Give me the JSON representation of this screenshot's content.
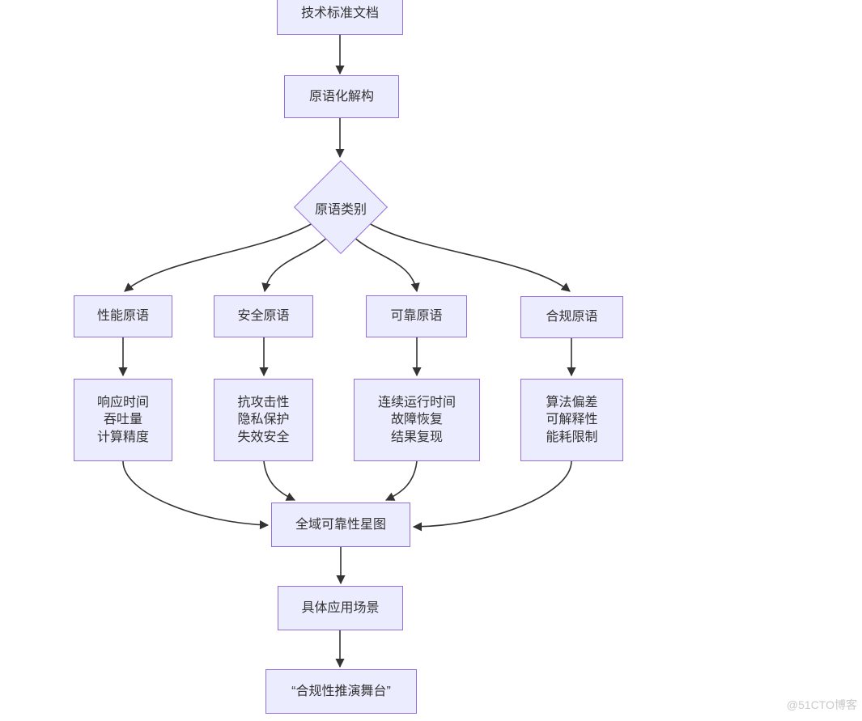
{
  "diagram": {
    "type": "flowchart",
    "direction": "top-down",
    "palette": {
      "node_fill": "#ECECFF",
      "node_border": "#9370DB",
      "edge_color": "#333333",
      "text_color": "#333333",
      "watermark_color": "#c9c9c9"
    },
    "nodes": {
      "doc": {
        "shape": "rect",
        "label": "技术标准文档"
      },
      "deconstruct": {
        "shape": "rect",
        "label": "原语化解构"
      },
      "category": {
        "shape": "diamond",
        "label": "原语类别"
      },
      "perf": {
        "shape": "rect",
        "label": "性能原语"
      },
      "sec": {
        "shape": "rect",
        "label": "安全原语"
      },
      "rel": {
        "shape": "rect",
        "label": "可靠原语"
      },
      "comp": {
        "shape": "rect",
        "label": "合规原语"
      },
      "perf_detail": {
        "shape": "rect",
        "lines": [
          "响应时间",
          "吞吐量",
          "计算精度"
        ]
      },
      "sec_detail": {
        "shape": "rect",
        "lines": [
          "抗攻击性",
          "隐私保护",
          "失效安全"
        ]
      },
      "rel_detail": {
        "shape": "rect",
        "lines": [
          "连续运行时间",
          "故障恢复",
          "结果复现"
        ]
      },
      "comp_detail": {
        "shape": "rect",
        "lines": [
          "算法偏差",
          "可解释性",
          "能耗限制"
        ]
      },
      "starmap": {
        "shape": "rect",
        "label": "全域可靠性星图"
      },
      "scenario": {
        "shape": "rect",
        "label": "具体应用场景"
      },
      "stage": {
        "shape": "rect",
        "label": "“合规性推演舞台”"
      }
    },
    "edges": [
      {
        "from": "doc",
        "to": "deconstruct"
      },
      {
        "from": "deconstruct",
        "to": "category"
      },
      {
        "from": "category",
        "to": "perf"
      },
      {
        "from": "category",
        "to": "sec"
      },
      {
        "from": "category",
        "to": "rel"
      },
      {
        "from": "category",
        "to": "comp"
      },
      {
        "from": "perf",
        "to": "perf_detail"
      },
      {
        "from": "sec",
        "to": "sec_detail"
      },
      {
        "from": "rel",
        "to": "rel_detail"
      },
      {
        "from": "comp",
        "to": "comp_detail"
      },
      {
        "from": "perf_detail",
        "to": "starmap"
      },
      {
        "from": "sec_detail",
        "to": "starmap"
      },
      {
        "from": "rel_detail",
        "to": "starmap"
      },
      {
        "from": "comp_detail",
        "to": "starmap"
      },
      {
        "from": "starmap",
        "to": "scenario"
      },
      {
        "from": "scenario",
        "to": "stage"
      }
    ]
  },
  "watermark": {
    "text": "@51CTO博客"
  }
}
